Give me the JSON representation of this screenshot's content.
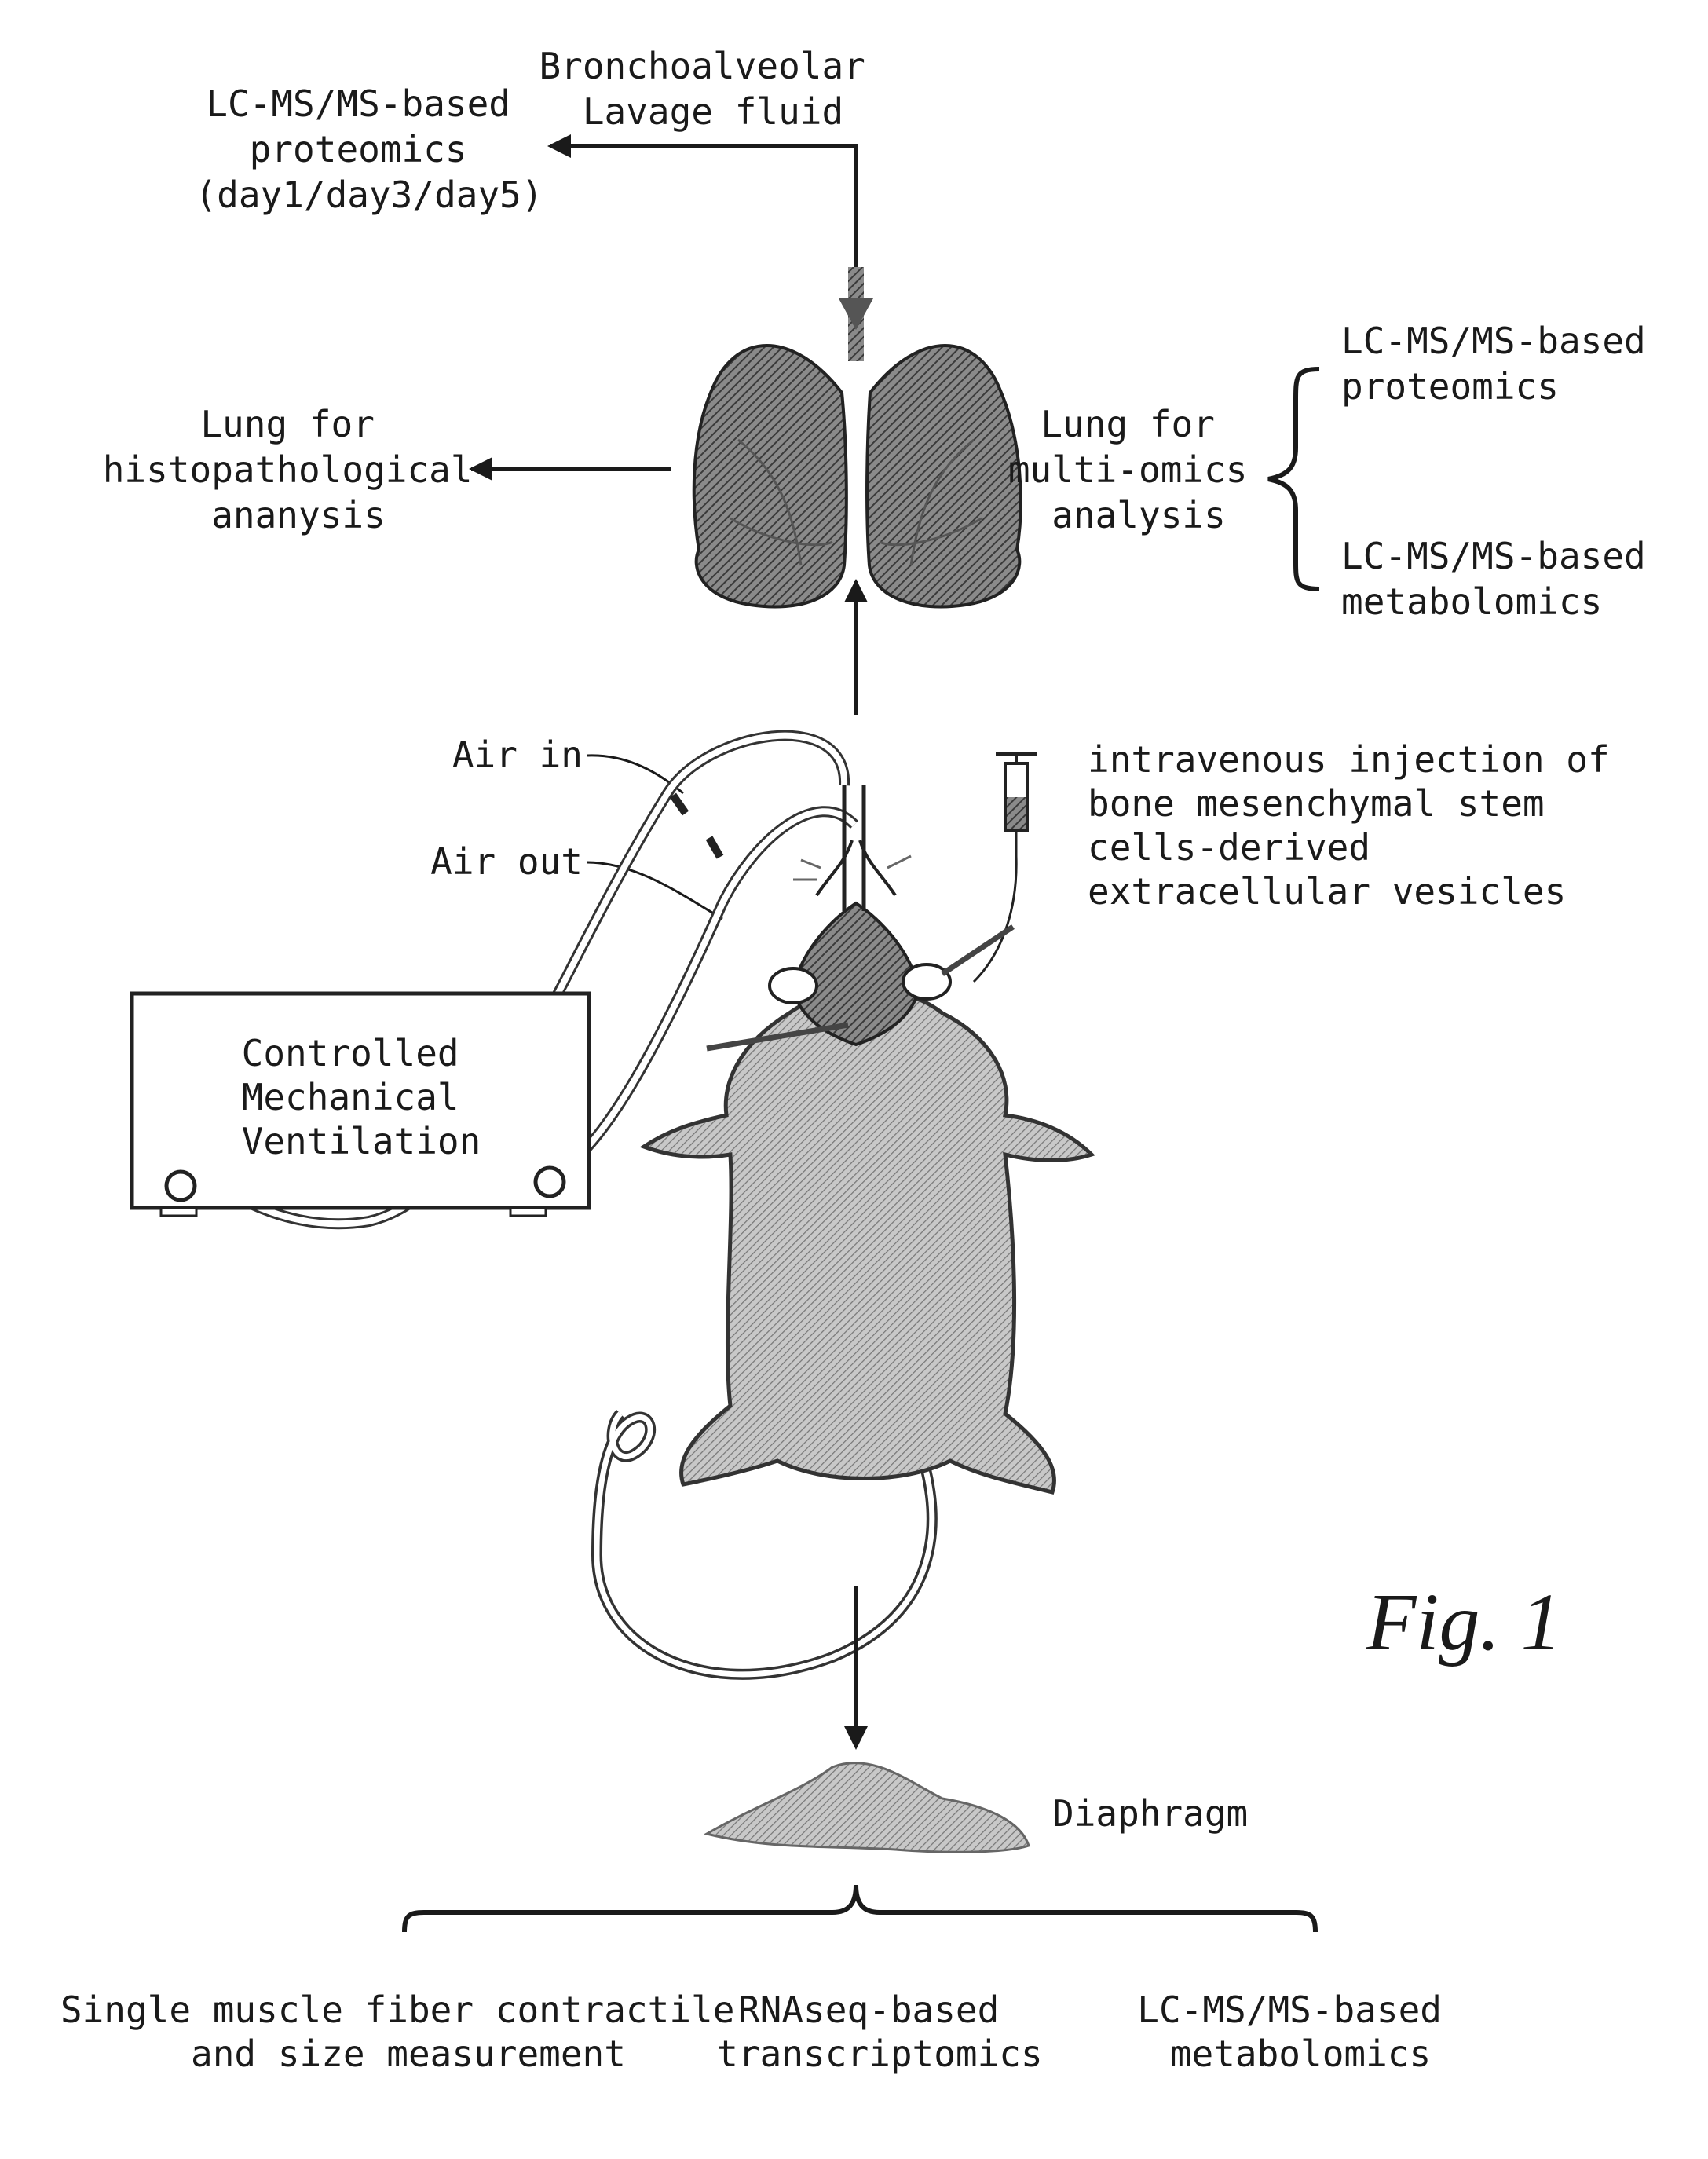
{
  "figure_label": "Fig. 1",
  "labels": {
    "balf": [
      "Bronchoalveolar",
      "Lavage fluid"
    ],
    "balf_proteomics": [
      "LC-MS/MS-based",
      "proteomics",
      "(day1/day3/day5)"
    ],
    "lung_histo": [
      "Lung for",
      "histopathological",
      "ananysis"
    ],
    "lung_multiomics": [
      "Lung for",
      "multi-omics",
      "analysis"
    ],
    "lung_proteomics": [
      "LC-MS/MS-based",
      "proteomics"
    ],
    "lung_metabolomics": [
      "LC-MS/MS-based",
      "metabolomics"
    ],
    "air_in": "Air in",
    "air_out": "Air out",
    "injection": [
      "intravenous injection of",
      "bone mesenchymal stem",
      "cells-derived",
      "extracellular vesicles"
    ],
    "ventilator": [
      "Controlled",
      "Mechanical",
      "Ventilation"
    ],
    "diaphragm": "Diaphragm",
    "fiber": [
      "Single muscle fiber contractile",
      "and size measurement"
    ],
    "transcriptomics": [
      "RNAseq-based",
      "transcriptomics"
    ],
    "diaphragm_metabolomics": [
      "LC-MS/MS-based",
      "metabolomics"
    ]
  },
  "icons": {
    "lungs": "lungs-icon",
    "mouse": "mouse-icon",
    "syringe": "syringe-icon",
    "diaphragm": "diaphragm-shape"
  }
}
